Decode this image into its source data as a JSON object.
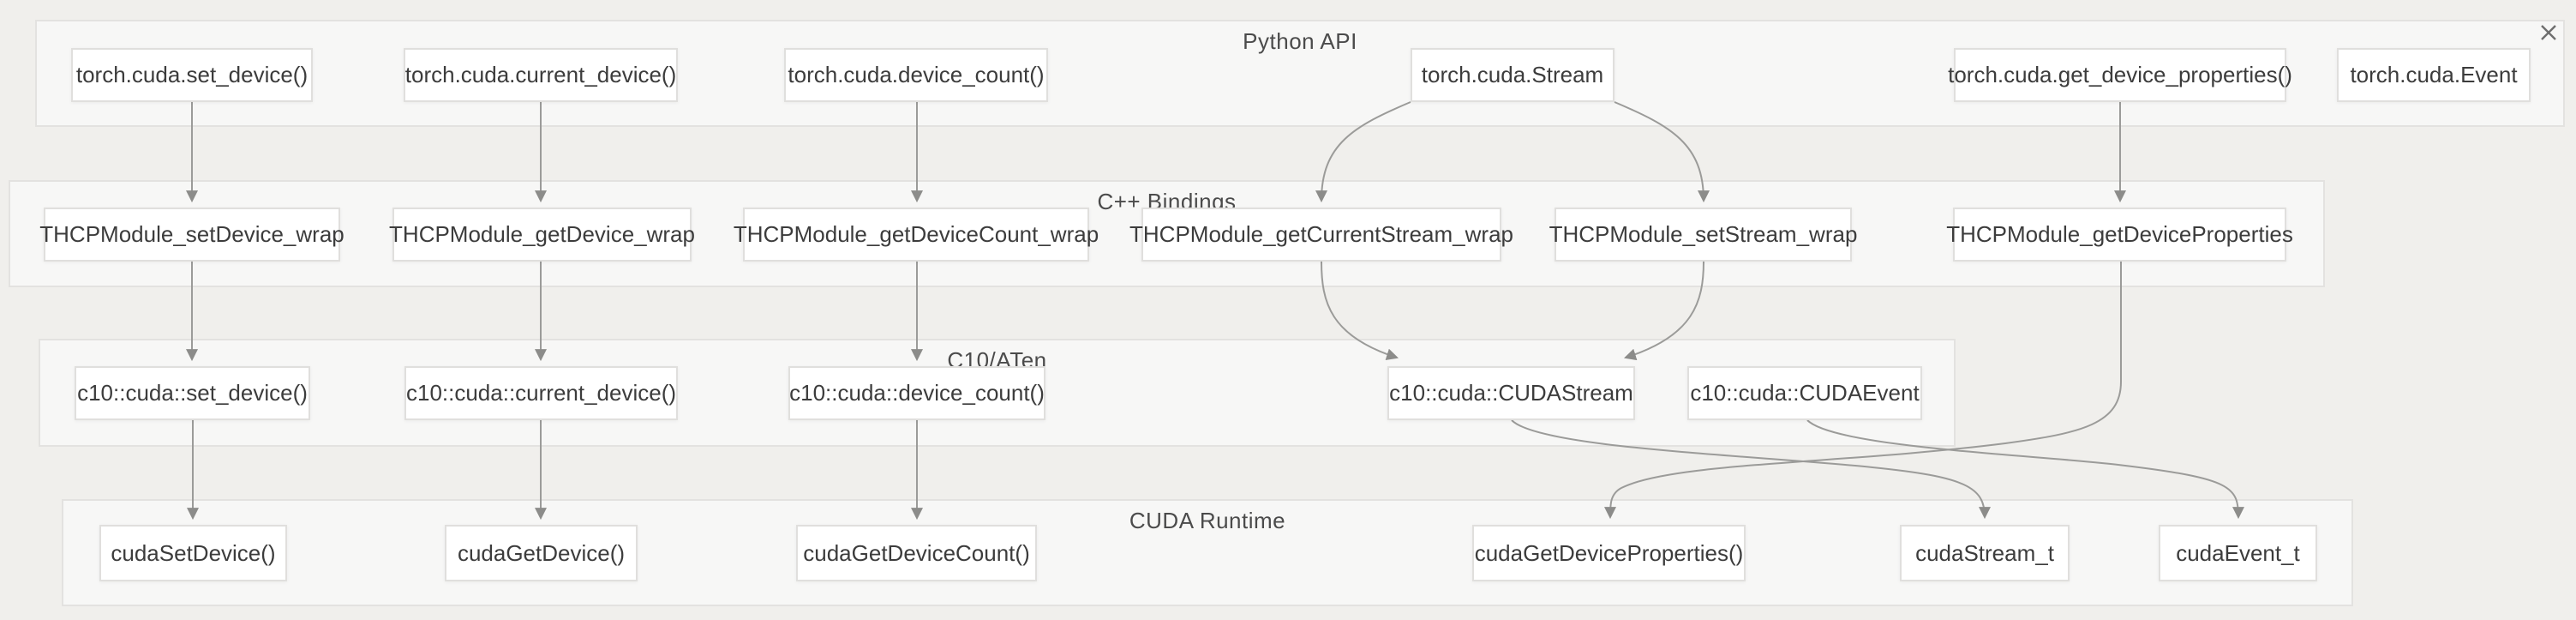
{
  "window": {
    "close_label": "close"
  },
  "colors": {
    "page_background": "#f0efec",
    "band_background": "#f7f7f6",
    "band_border": "#e3e2e0",
    "node_background": "#ffffff",
    "node_border": "#e0dfdd",
    "node_text": "#3c3c3c",
    "band_title_text": "#4b4b4b",
    "edge_stroke": "#9b9b99",
    "close_icon": "#6e6e6e"
  },
  "diagram": {
    "bands": [
      {
        "id": "python-api",
        "title": "Python API"
      },
      {
        "id": "cpp-bindings",
        "title": "C++ Bindings"
      },
      {
        "id": "c10-aten",
        "title": "C10/ATen"
      },
      {
        "id": "cuda-runtime",
        "title": "CUDA Runtime"
      }
    ],
    "nodes": [
      {
        "id": "py_set_device",
        "band": "python-api",
        "label": "torch.cuda.set_device()"
      },
      {
        "id": "py_current_device",
        "band": "python-api",
        "label": "torch.cuda.current_device()"
      },
      {
        "id": "py_device_count",
        "band": "python-api",
        "label": "torch.cuda.device_count()"
      },
      {
        "id": "py_stream",
        "band": "python-api",
        "label": "torch.cuda.Stream"
      },
      {
        "id": "py_get_device_properties",
        "band": "python-api",
        "label": "torch.cuda.get_device_properties()"
      },
      {
        "id": "py_event",
        "band": "python-api",
        "label": "torch.cuda.Event"
      },
      {
        "id": "thcp_set_device",
        "band": "cpp-bindings",
        "label": "THCPModule_setDevice_wrap"
      },
      {
        "id": "thcp_get_device",
        "band": "cpp-bindings",
        "label": "THCPModule_getDevice_wrap"
      },
      {
        "id": "thcp_get_device_count",
        "band": "cpp-bindings",
        "label": "THCPModule_getDeviceCount_wrap"
      },
      {
        "id": "thcp_get_current_stream",
        "band": "cpp-bindings",
        "label": "THCPModule_getCurrentStream_wrap"
      },
      {
        "id": "thcp_set_stream",
        "band": "cpp-bindings",
        "label": "THCPModule_setStream_wrap"
      },
      {
        "id": "thcp_get_device_properties",
        "band": "cpp-bindings",
        "label": "THCPModule_getDeviceProperties"
      },
      {
        "id": "c10_set_device",
        "band": "c10-aten",
        "label": "c10::cuda::set_device()"
      },
      {
        "id": "c10_current_device",
        "band": "c10-aten",
        "label": "c10::cuda::current_device()"
      },
      {
        "id": "c10_device_count",
        "band": "c10-aten",
        "label": "c10::cuda::device_count()"
      },
      {
        "id": "c10_cuda_stream",
        "band": "c10-aten",
        "label": "c10::cuda::CUDAStream"
      },
      {
        "id": "c10_cuda_event",
        "band": "c10-aten",
        "label": "c10::cuda::CUDAEvent"
      },
      {
        "id": "rt_set_device",
        "band": "cuda-runtime",
        "label": "cudaSetDevice()"
      },
      {
        "id": "rt_get_device",
        "band": "cuda-runtime",
        "label": "cudaGetDevice()"
      },
      {
        "id": "rt_get_device_count",
        "band": "cuda-runtime",
        "label": "cudaGetDeviceCount()"
      },
      {
        "id": "rt_get_device_properties",
        "band": "cuda-runtime",
        "label": "cudaGetDeviceProperties()"
      },
      {
        "id": "rt_stream_t",
        "band": "cuda-runtime",
        "label": "cudaStream_t"
      },
      {
        "id": "rt_event_t",
        "band": "cuda-runtime",
        "label": "cudaEvent_t"
      }
    ],
    "edges": [
      {
        "from": "py_set_device",
        "to": "thcp_set_device"
      },
      {
        "from": "thcp_set_device",
        "to": "c10_set_device"
      },
      {
        "from": "c10_set_device",
        "to": "rt_set_device"
      },
      {
        "from": "py_current_device",
        "to": "thcp_get_device"
      },
      {
        "from": "thcp_get_device",
        "to": "c10_current_device"
      },
      {
        "from": "c10_current_device",
        "to": "rt_get_device"
      },
      {
        "from": "py_device_count",
        "to": "thcp_get_device_count"
      },
      {
        "from": "thcp_get_device_count",
        "to": "c10_device_count"
      },
      {
        "from": "c10_device_count",
        "to": "rt_get_device_count"
      },
      {
        "from": "py_stream",
        "to": "thcp_get_current_stream"
      },
      {
        "from": "py_stream",
        "to": "thcp_set_stream"
      },
      {
        "from": "thcp_get_current_stream",
        "to": "c10_cuda_stream"
      },
      {
        "from": "thcp_set_stream",
        "to": "c10_cuda_stream"
      },
      {
        "from": "py_get_device_properties",
        "to": "thcp_get_device_properties"
      },
      {
        "from": "thcp_get_device_properties",
        "to": "rt_get_device_properties"
      },
      {
        "from": "c10_cuda_stream",
        "to": "rt_stream_t"
      },
      {
        "from": "c10_cuda_event",
        "to": "rt_event_t"
      }
    ]
  }
}
